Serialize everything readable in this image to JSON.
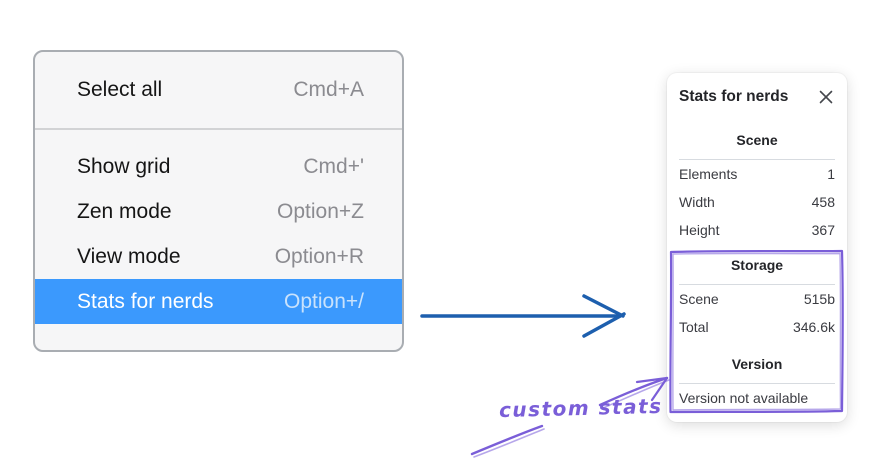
{
  "colors": {
    "menu-bg": "#f6f6f7",
    "menu-border": "#a9adb2",
    "menu-separator": "#d2d3d5",
    "menu-text": "#151515",
    "menu-shortcut": "#8b8b90",
    "highlight-bg": "#3b99fd",
    "highlight-text": "#ffffff",
    "highlight-shortcut": "#c9e2fc",
    "arrow-blue": "#1d5fae",
    "annotation-purple": "#7a5ed8",
    "panel-text": "#3a3b41",
    "panel-heading": "#242529",
    "panel-divider": "#d7dbe0"
  },
  "menu": {
    "items": [
      {
        "label": "Select all",
        "shortcut": "Cmd+A"
      },
      {
        "label": "Show grid",
        "shortcut": "Cmd+'"
      },
      {
        "label": "Zen mode",
        "shortcut": "Option+Z"
      },
      {
        "label": "View mode",
        "shortcut": "Option+R"
      },
      {
        "label": "Stats for nerds",
        "shortcut": "Option+/"
      }
    ]
  },
  "stats_panel": {
    "title": "Stats for nerds",
    "sections": [
      {
        "heading": "Scene",
        "rows": [
          [
            "Elements",
            "1"
          ],
          [
            "Width",
            "458"
          ],
          [
            "Height",
            "367"
          ]
        ]
      },
      {
        "heading": "Storage",
        "rows": [
          [
            "Scene",
            "515b"
          ],
          [
            "Total",
            "346.6k"
          ]
        ]
      },
      {
        "heading": "Version",
        "note": "Version not available"
      }
    ]
  },
  "annotation": {
    "label": "custom stats"
  }
}
